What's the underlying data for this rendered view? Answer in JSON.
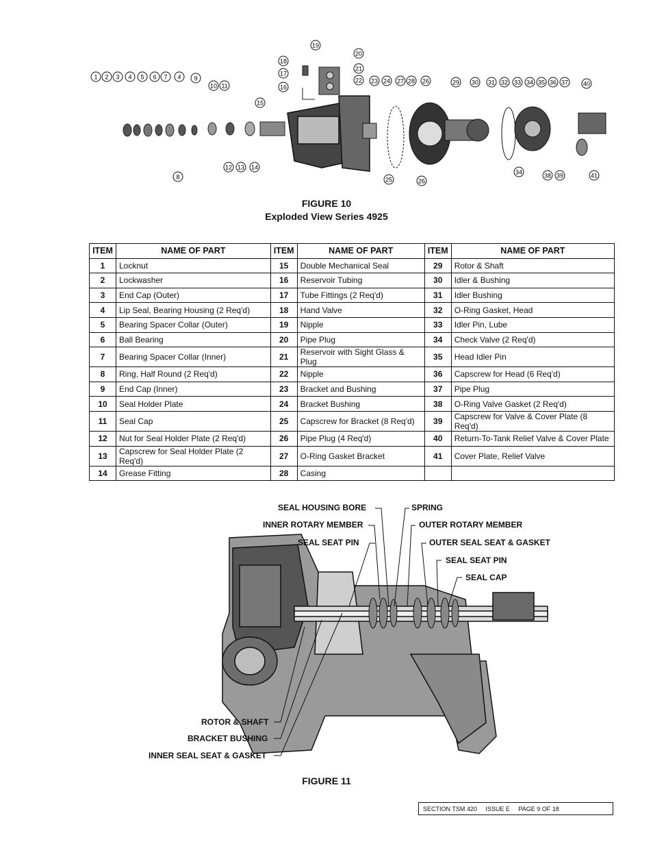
{
  "figure10": {
    "title": "FIGURE 10",
    "subtitle": "Exploded View Series 4925",
    "callouts": [
      "1",
      "2",
      "3",
      "4",
      "5",
      "6",
      "7",
      "4",
      "9",
      "10",
      "11",
      "15",
      "12",
      "13",
      "14",
      "8",
      "16",
      "17",
      "18",
      "19",
      "20",
      "21",
      "22",
      "23",
      "24",
      "27",
      "28",
      "26",
      "29",
      "30",
      "31",
      "32",
      "33",
      "34",
      "35",
      "36",
      "37",
      "40",
      "34",
      "38",
      "39",
      "41",
      "25",
      "26"
    ]
  },
  "parts_table": {
    "headers": [
      "ITEM",
      "NAME OF PART",
      "ITEM",
      "NAME OF PART",
      "ITEM",
      "NAME OF PART"
    ],
    "rows": [
      [
        "1",
        "Locknut",
        "15",
        "Double Mechanical Seal",
        "29",
        "Rotor & Shaft"
      ],
      [
        "2",
        "Lockwasher",
        "16",
        "Reservoir Tubing",
        "30",
        "Idler & Bushing"
      ],
      [
        "3",
        "End Cap (Outer)",
        "17",
        "Tube Fittings (2 Req'd)",
        "31",
        "Idler Bushing"
      ],
      [
        "4",
        "Lip Seal, Bearing Housing (2 Req'd)",
        "18",
        "Hand Valve",
        "32",
        "O-Ring Gasket, Head"
      ],
      [
        "5",
        "Bearing Spacer Collar (Outer)",
        "19",
        "Nipple",
        "33",
        "Idler Pin, Lube"
      ],
      [
        "6",
        "Ball Bearing",
        "20",
        "Pipe Plug",
        "34",
        "Check Valve (2 Req'd)"
      ],
      [
        "7",
        "Bearing Spacer Collar (Inner)",
        "21",
        "Reservoir with Sight Glass & Plug",
        "35",
        "Head Idler Pin"
      ],
      [
        "8",
        "Ring, Half Round (2 Req'd)",
        "22",
        "Nipple",
        "36",
        "Capscrew for Head (6 Req'd)"
      ],
      [
        "9",
        "End Cap (Inner)",
        "23",
        "Bracket and Bushing",
        "37",
        "Pipe Plug"
      ],
      [
        "10",
        "Seal Holder Plate",
        "24",
        "Bracket Bushing",
        "38",
        "O-Ring Valve Gasket (2 Req'd)"
      ],
      [
        "11",
        "Seal Cap",
        "25",
        "Capscrew for Bracket (8 Req'd)",
        "39",
        "Capscrew for Valve & Cover Plate (8 Req'd)"
      ],
      [
        "12",
        "Nut for Seal Holder Plate (2 Req'd)",
        "26",
        "Pipe Plug (4 Req'd)",
        "40",
        "Return-To-Tank Relief Valve & Cover Plate"
      ],
      [
        "13",
        "Capscrew for Seal Holder Plate (2 Req'd)",
        "27",
        "O-Ring Gasket Bracket",
        "41",
        "Cover Plate, Relief Valve"
      ],
      [
        "14",
        "Grease Fitting",
        "28",
        "Casing",
        "",
        ""
      ]
    ]
  },
  "figure11": {
    "title": "FIGURE 11",
    "labels": {
      "seal_housing_bore": "SEAL HOUSING BORE",
      "inner_rotary_member": "INNER ROTARY MEMBER",
      "seal_seat_pin_left": "SEAL SEAT PIN",
      "spring": "SPRING",
      "outer_rotary_member": "OUTER ROTARY MEMBER",
      "outer_seal_seat_gasket": "OUTER SEAL SEAT & GASKET",
      "seal_seat_pin_right": "SEAL SEAT PIN",
      "seal_cap": "SEAL CAP",
      "rotor_shaft": "ROTOR & SHAFT",
      "bracket_bushing": "BRACKET BUSHING",
      "inner_seal_seat_gasket": "INNER SEAL SEAT & GASKET"
    }
  },
  "footer": {
    "section": "SECTION  TSM  420",
    "issue": "ISSUE    E",
    "page": "PAGE  9  OF  18"
  }
}
